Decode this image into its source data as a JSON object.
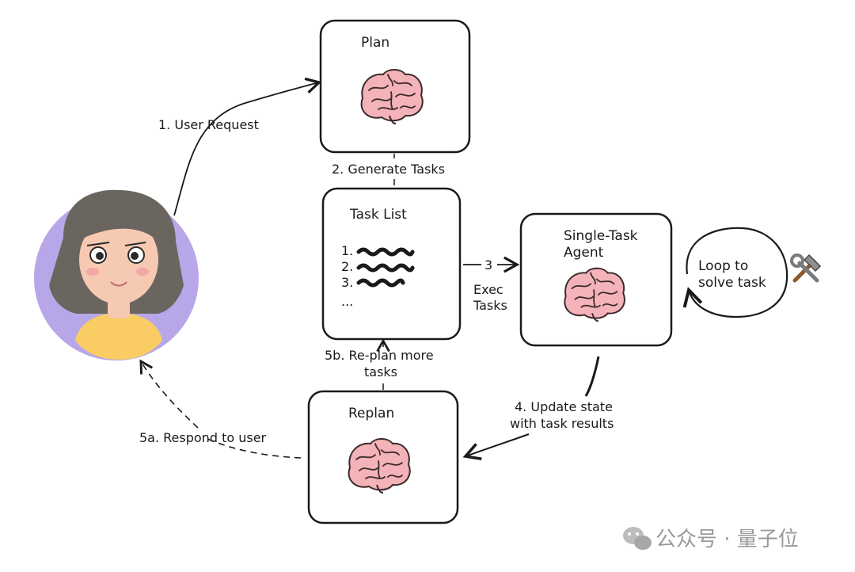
{
  "nodes": {
    "plan": {
      "title": "Plan"
    },
    "task_list": {
      "title": "Task List",
      "items": [
        "1.",
        "2.",
        "3.",
        "..."
      ]
    },
    "agent": {
      "title_line1": "Single-Task",
      "title_line2": "Agent"
    },
    "replan": {
      "title": "Replan"
    },
    "loop": {
      "line1": "Loop to",
      "line2": "solve task"
    }
  },
  "edges": {
    "user_request": "1. User Request",
    "generate_tasks": "2. Generate Tasks",
    "exec_num": "3",
    "exec_line1": "Exec",
    "exec_line2": "Tasks",
    "update_line1": "4. Update state",
    "update_line2": "with task results",
    "replan_more_line1": "5b. Re-plan more",
    "replan_more_line2": "tasks",
    "respond": "5a. Respond to user"
  },
  "watermark": {
    "text": "公众号 · 量子位",
    "icon": "wechat-icon"
  },
  "icons": {
    "brain": "brain-icon",
    "tools": "hammer-wrench-icon",
    "user": "user-avatar"
  },
  "colors": {
    "avatar_bg": "#b8a7e8",
    "brain": "#f4b3b8",
    "skin": "#f6c9b3",
    "hair": "#6b6560",
    "shirt": "#f9cd63"
  }
}
